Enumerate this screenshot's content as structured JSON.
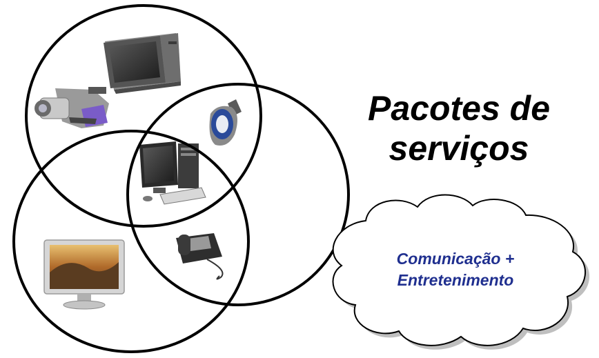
{
  "title": {
    "line1": "Pacotes de",
    "line2": "serviços"
  },
  "cloud": {
    "line1": "Comunicação +",
    "line2": "Entretenimento"
  },
  "colors": {
    "circle_stroke": "#000000",
    "cloud_text": "#1f2f8f",
    "cloud_outline": "#000000"
  },
  "icons": [
    "tv-icon",
    "camcorder-icon",
    "mobile-phone-icon",
    "desktop-computer-icon",
    "desk-phone-icon",
    "flat-screen-tv-icon"
  ]
}
